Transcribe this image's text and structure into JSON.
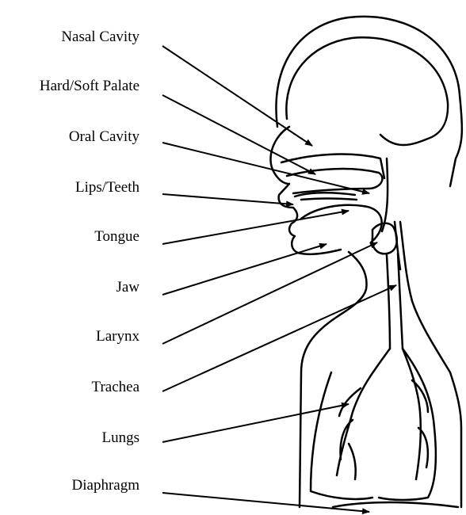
{
  "labels": [
    "Nasal Cavity",
    "Hard/Soft Palate",
    "Oral Cavity",
    "Lips/Teeth",
    "Tongue",
    "Jaw",
    "Larynx",
    "Trachea",
    "Lungs",
    "Diaphragm"
  ]
}
